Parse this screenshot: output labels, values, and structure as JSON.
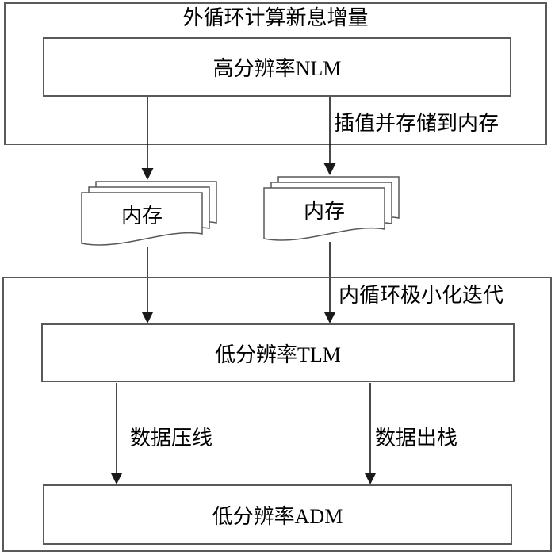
{
  "diagram": {
    "outer_loop": {
      "title": "外循环计算新息增量"
    },
    "nlm": {
      "label": "高分辨率NLM"
    },
    "interp_note": "插值并存储到内存",
    "memory_left": {
      "label": "内存"
    },
    "memory_right": {
      "label": "内存"
    },
    "inner_loop": {
      "title": "内循环极小化迭代"
    },
    "tlm": {
      "label": "低分辨率TLM"
    },
    "push_note": "数据压线",
    "pop_note": "数据出栈",
    "adm": {
      "label": "低分辨率ADM"
    }
  },
  "colors": {
    "border": "#595959",
    "arrow": "#1a1a1a",
    "text": "#000000",
    "background": "#ffffff"
  }
}
